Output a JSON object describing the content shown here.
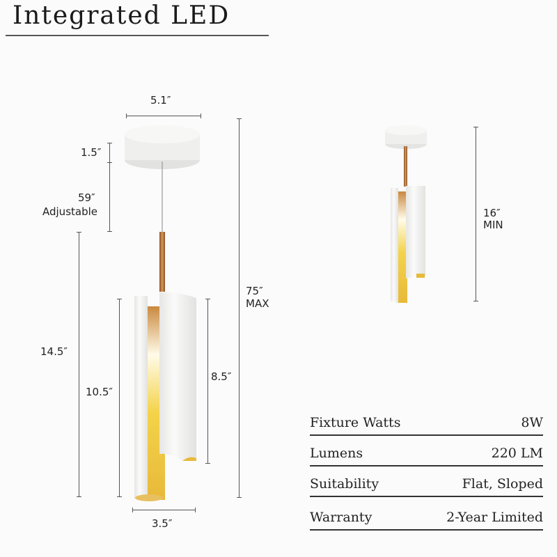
{
  "title": "Integrated LED",
  "dimensions": {
    "canopy_width": "5.1″",
    "canopy_height": "1.5″",
    "cord_length": "59″",
    "cord_note": "Adjustable",
    "total_max": "75″",
    "total_max_note": "MAX",
    "fixture_height": "14.5″",
    "shade_height_outer": "10.5″",
    "shade_height_inner": "8.5″",
    "shade_width": "3.5″",
    "total_min": "16″",
    "total_min_note": "MIN"
  },
  "specs": [
    {
      "label": "Fixture Watts",
      "value": "8W"
    },
    {
      "label": "Lumens",
      "value": "220 LM"
    },
    {
      "label": "Suitability",
      "value": "Flat, Sloped"
    },
    {
      "label": "Warranty",
      "value": "2-Year Limited"
    }
  ],
  "colors": {
    "shade": "#f4f4f2",
    "gold": "#e8b93a",
    "brass": "#b7733e",
    "line": "#555555"
  }
}
